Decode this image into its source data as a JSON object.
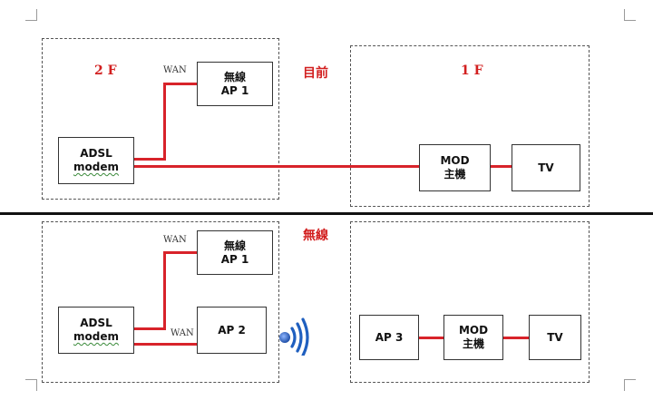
{
  "colors": {
    "wire": "#d8232a",
    "label_red": "#d21f1f",
    "wifi_blue": "#1f5fbf"
  },
  "top": {
    "caption": "目前",
    "floor_2": "2 F",
    "floor_1": "1 F",
    "wan_label": "WAN",
    "ap1": {
      "line1": "無線",
      "line2": "AP 1"
    },
    "modem": {
      "line1": "ADSL",
      "line2": "modem"
    },
    "mod": {
      "line1": "MOD",
      "line2": "主機"
    },
    "tv": {
      "label": "TV"
    }
  },
  "bottom": {
    "caption": "無線",
    "wan_label_1": "WAN",
    "wan_label_2": "WAN",
    "ap1": {
      "line1": "無線",
      "line2": "AP 1"
    },
    "modem": {
      "line1": "ADSL",
      "line2": "modem"
    },
    "ap2": {
      "label": "AP 2"
    },
    "ap3": {
      "label": "AP 3"
    },
    "mod": {
      "line1": "MOD",
      "line2": "主機"
    },
    "tv": {
      "label": "TV"
    },
    "wifi_icon": "wifi-signal-icon"
  }
}
